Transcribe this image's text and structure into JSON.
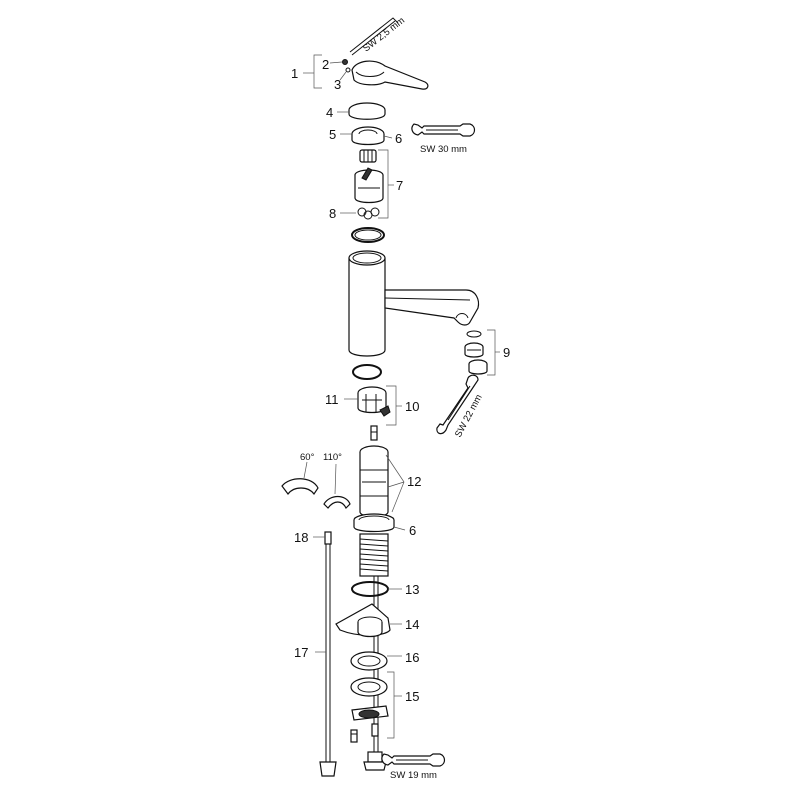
{
  "parts": {
    "p1": "1",
    "p2": "2",
    "p3": "3",
    "p4": "4",
    "p5": "5",
    "p6a": "6",
    "p7": "7",
    "p8": "8",
    "p9": "9",
    "p10": "10",
    "p11": "11",
    "p12": "12",
    "p6b": "6",
    "p13": "13",
    "p14": "14",
    "p15": "15",
    "p16": "16",
    "p17": "17",
    "p18": "18"
  },
  "tools": {
    "hex_key": "SW 2,5 mm",
    "wrench_30": "SW 30 mm",
    "wrench_22": "SW 22 mm",
    "wrench_19": "SW 19 mm"
  },
  "angles": {
    "clip_60": "60°",
    "clip_110": "110°"
  }
}
